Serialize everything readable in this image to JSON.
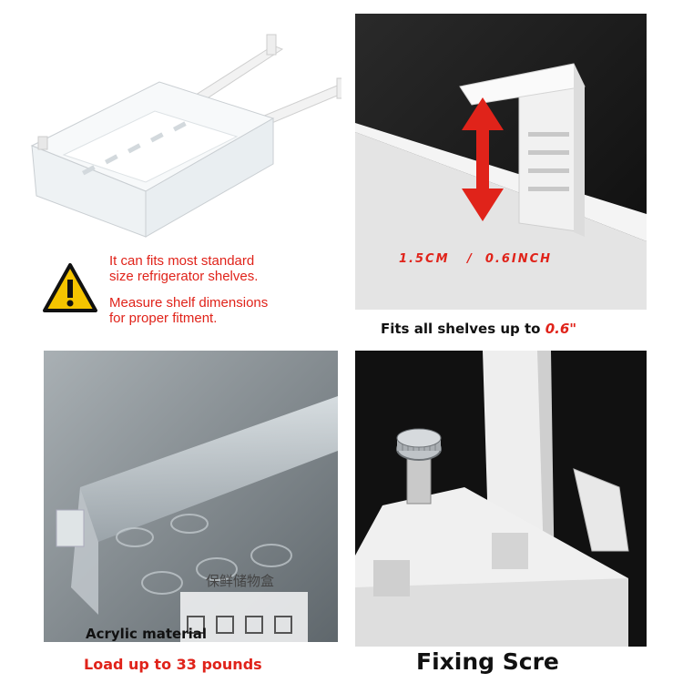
{
  "top_left": {
    "warning_line1": "It can fits most standard\nsize refrigerator shelves.",
    "warning_line2": "Measure shelf dimensions\nfor proper fitment."
  },
  "top_right": {
    "dimension_label": "1.5CM   /  0.6INCH",
    "caption_prefix": "Fits all shelves up to ",
    "caption_value": "0.6\""
  },
  "bottom_left": {
    "box_chinese_label": "保鲜储物盒",
    "material_text": "Acrylic material",
    "caption": "Load up to 33 pounds"
  },
  "bottom_right": {
    "caption": "Fixing Scre"
  },
  "colors": {
    "accent_red": "#e0231a",
    "warning_yellow": "#f5c400"
  }
}
